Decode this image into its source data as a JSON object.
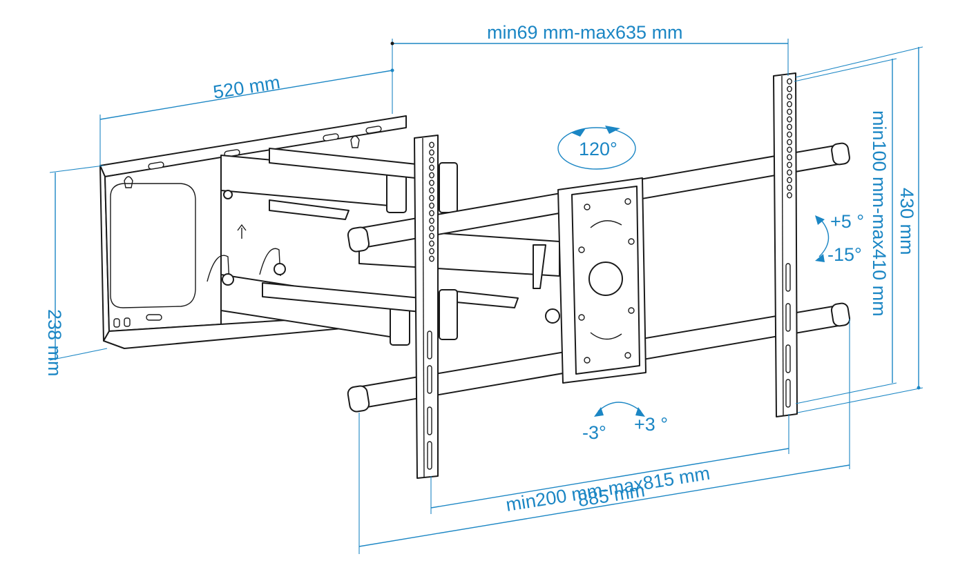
{
  "colors": {
    "dimension": "#1b86c4",
    "line_art": "#1a1a1a",
    "background": "#ffffff"
  },
  "dimensions": {
    "arm_extension": "min69 mm-max635 mm",
    "wall_plate_width": "520 mm",
    "wall_plate_height": "238 mm",
    "vesa_vertical_outer": "430 mm",
    "vesa_vertical_range": "min100 mm-max410 mm",
    "vesa_horizontal_range": "min200 mm-max815 mm",
    "overall_width": "885 mm"
  },
  "angles": {
    "swivel": "120°",
    "tilt_up": "+5 °",
    "tilt_down": "-15°",
    "rotate_left": "-3°",
    "rotate_right": "+3 °"
  }
}
